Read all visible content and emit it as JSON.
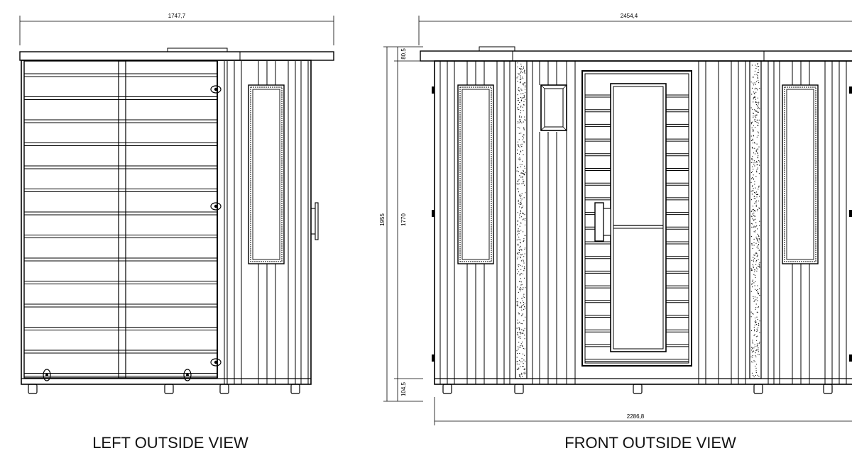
{
  "views": {
    "left": {
      "caption": "LEFT OUTSIDE VIEW",
      "dimensions": {
        "width": "1747,7"
      }
    },
    "front": {
      "caption": "FRONT OUTSIDE VIEW",
      "dimensions": {
        "top_width": "2454,4",
        "bottom_width": "2286,8",
        "total_height": "1955",
        "body_height": "1770",
        "roof_height": "80,5",
        "base_height": "104,5"
      }
    }
  },
  "colors": {
    "line": "#000000",
    "background": "#ffffff"
  }
}
